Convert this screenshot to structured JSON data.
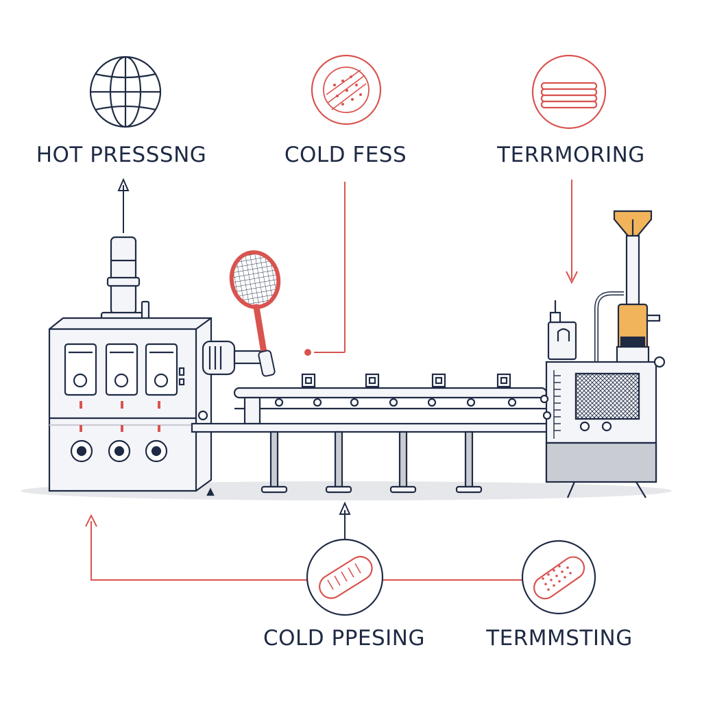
{
  "labels": {
    "hot_pressing": "HOT PRESSSNG",
    "cold_fess": "COLD FESS",
    "termoring": "TERRMORING",
    "cold_pressing": "COLD PPESING",
    "termsting": "TERMMSTING"
  },
  "colors": {
    "ink": "#1f2a44",
    "accent": "#d9534f",
    "machine_fill": "#f4f5f8",
    "gray": "#c9ccd3",
    "orange": "#f2b45a",
    "floor": "#e6e7ea"
  },
  "icons": {
    "top_left": "globe-icon",
    "top_middle": "grip-texture-icon",
    "top_right": "stacked-discs-icon",
    "bottom_middle": "band-strip-icon",
    "bottom_right": "dotted-band-icon"
  }
}
